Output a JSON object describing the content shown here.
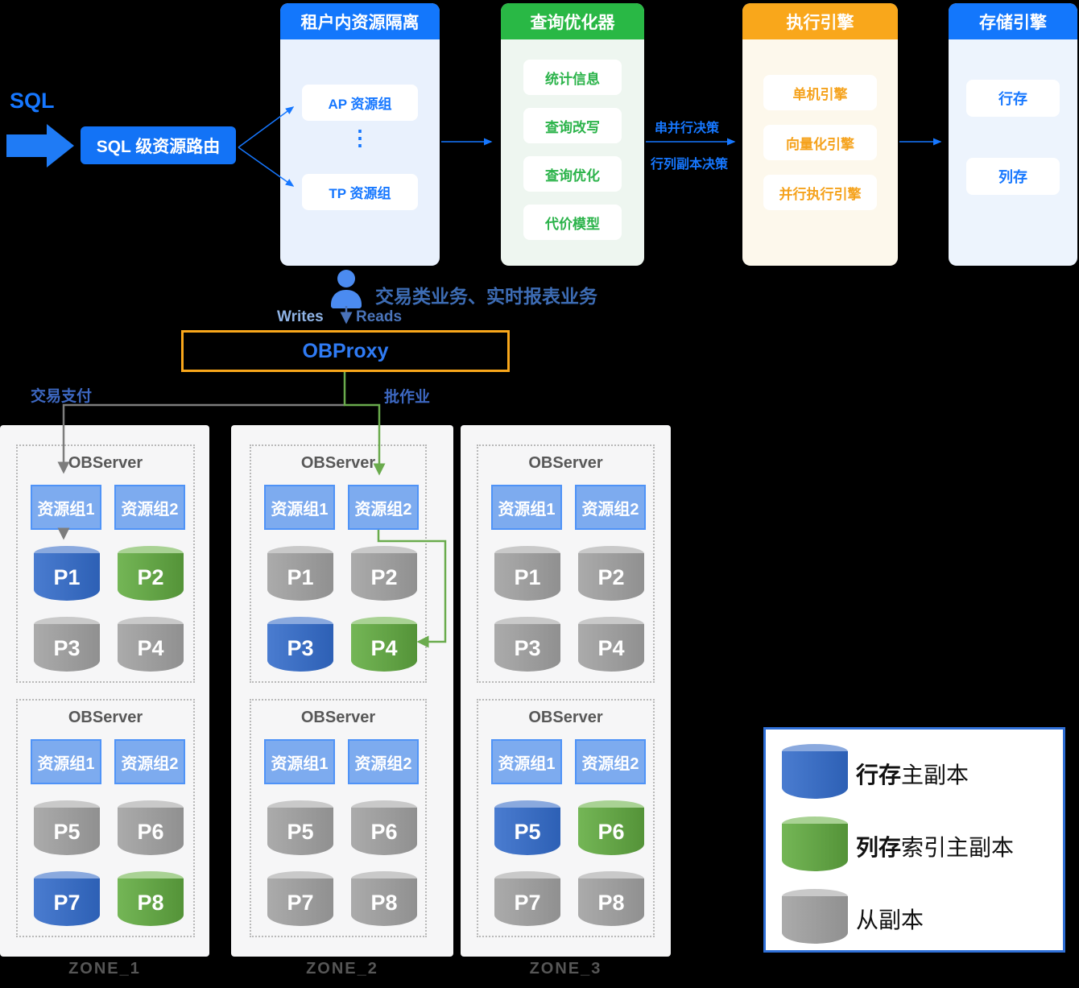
{
  "colors": {
    "blue": "#1377fc",
    "green": "#29b845",
    "orange": "#f9a71b",
    "row_primary": "#3a6fc9",
    "column_index_primary": "#5da23c",
    "follower": "#9b9b9b"
  },
  "flow": {
    "sql": "SQL",
    "router": "SQL 级资源路由",
    "tenant_col": {
      "title": "租户内资源隔离",
      "ap": "AP 资源组",
      "dots": "⋮",
      "tp": "TP 资源组"
    },
    "optimizer_col": {
      "title": "查询优化器",
      "items": [
        "统计信息",
        "查询改写",
        "查询优化",
        "代价模型"
      ]
    },
    "engine_col": {
      "title": "执行引擎",
      "items": [
        "单机引擎",
        "向量化引擎",
        "并行执行引擎"
      ]
    },
    "storage_col": {
      "title": "存储引擎",
      "items": [
        "行存",
        "列存"
      ]
    },
    "decision_top": "串并行决策",
    "decision_bottom": "行列副本决策"
  },
  "access": {
    "caption": "交易类业务、实时报表业务",
    "writes": "Writes",
    "reads": "Reads",
    "proxy": "OBProxy",
    "branch_left": "交易支付",
    "branch_right": "批作业"
  },
  "zones": [
    {
      "name": "ZONE_1",
      "servers": [
        {
          "title": "OBServer",
          "groups": [
            "资源组1",
            "资源组2"
          ],
          "partitions": [
            {
              "id": "P1",
              "type": "row-primary"
            },
            {
              "id": "P2",
              "type": "column-index-primary"
            },
            {
              "id": "P3",
              "type": "follower"
            },
            {
              "id": "P4",
              "type": "follower"
            }
          ]
        },
        {
          "title": "OBServer",
          "groups": [
            "资源组1",
            "资源组2"
          ],
          "partitions": [
            {
              "id": "P5",
              "type": "follower"
            },
            {
              "id": "P6",
              "type": "follower"
            },
            {
              "id": "P7",
              "type": "row-primary"
            },
            {
              "id": "P8",
              "type": "column-index-primary"
            }
          ]
        }
      ]
    },
    {
      "name": "ZONE_2",
      "servers": [
        {
          "title": "OBServer",
          "groups": [
            "资源组1",
            "资源组2"
          ],
          "partitions": [
            {
              "id": "P1",
              "type": "follower"
            },
            {
              "id": "P2",
              "type": "follower"
            },
            {
              "id": "P3",
              "type": "row-primary"
            },
            {
              "id": "P4",
              "type": "column-index-primary"
            }
          ]
        },
        {
          "title": "OBServer",
          "groups": [
            "资源组1",
            "资源组2"
          ],
          "partitions": [
            {
              "id": "P5",
              "type": "follower"
            },
            {
              "id": "P6",
              "type": "follower"
            },
            {
              "id": "P7",
              "type": "follower"
            },
            {
              "id": "P8",
              "type": "follower"
            }
          ]
        }
      ]
    },
    {
      "name": "ZONE_3",
      "servers": [
        {
          "title": "OBServer",
          "groups": [
            "资源组1",
            "资源组2"
          ],
          "partitions": [
            {
              "id": "P1",
              "type": "follower"
            },
            {
              "id": "P2",
              "type": "follower"
            },
            {
              "id": "P3",
              "type": "follower"
            },
            {
              "id": "P4",
              "type": "follower"
            }
          ]
        },
        {
          "title": "OBServer",
          "groups": [
            "资源组1",
            "资源组2"
          ],
          "partitions": [
            {
              "id": "P5",
              "type": "row-primary"
            },
            {
              "id": "P6",
              "type": "column-index-primary"
            },
            {
              "id": "P7",
              "type": "follower"
            },
            {
              "id": "P8",
              "type": "follower"
            }
          ]
        }
      ]
    }
  ],
  "legend": {
    "rows": [
      {
        "type": "row-primary",
        "bold": "行存",
        "rest": "主副本"
      },
      {
        "type": "column-index-primary",
        "bold": "列存",
        "rest": "索引主副本"
      },
      {
        "type": "follower",
        "bold": "",
        "rest": "从副本"
      }
    ]
  }
}
